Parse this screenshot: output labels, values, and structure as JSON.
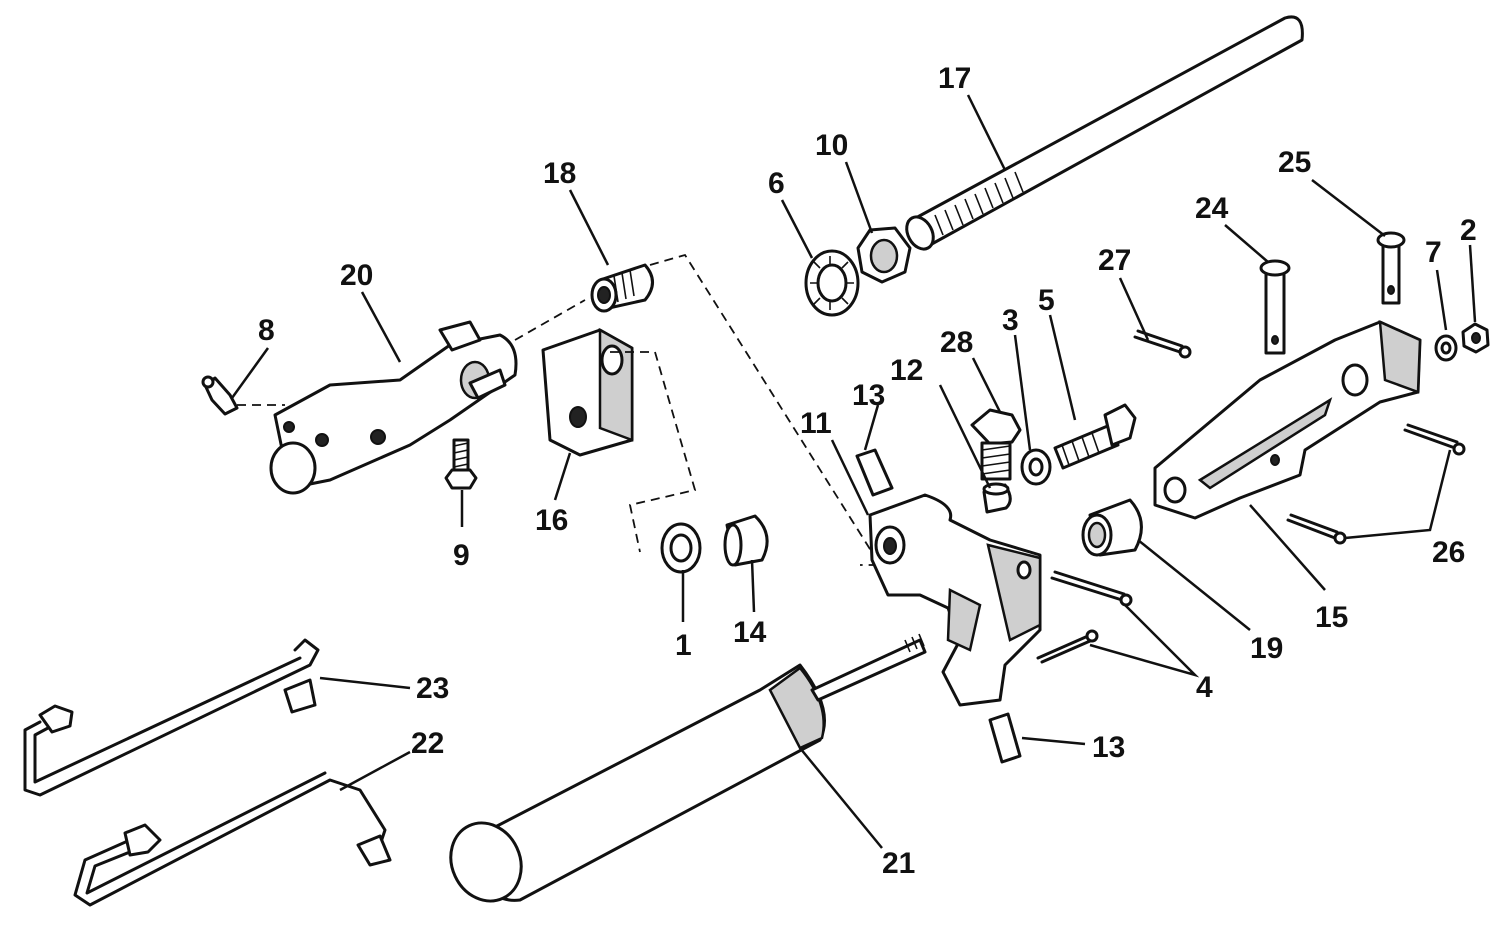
{
  "callouts": {
    "c1": "1",
    "c2": "2",
    "c3": "3",
    "c4": "4",
    "c5": "5",
    "c6": "6",
    "c7": "7",
    "c8": "8",
    "c9": "9",
    "c10": "10",
    "c11": "11",
    "c12": "12",
    "c13a": "13",
    "c13b": "13",
    "c14": "14",
    "c15": "15",
    "c16": "16",
    "c17": "17",
    "c18": "18",
    "c19": "19",
    "c20": "20",
    "c21": "21",
    "c22": "22",
    "c23": "23",
    "c24": "24",
    "c25": "25",
    "c26": "26",
    "c27": "27",
    "c28": "28"
  }
}
